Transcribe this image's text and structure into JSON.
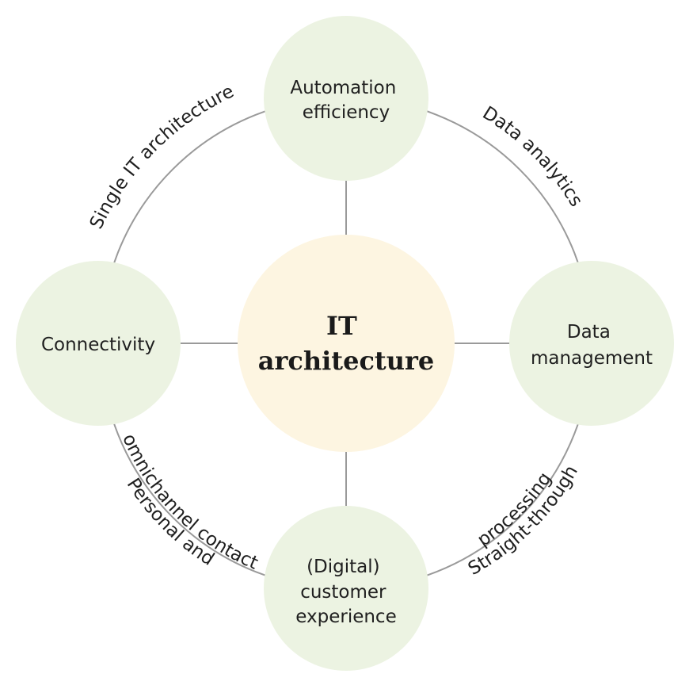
{
  "center": {
    "lines": [
      "IT",
      "architecture"
    ]
  },
  "nodes": {
    "top": {
      "lines": [
        "Automation",
        "efficiency"
      ]
    },
    "right": {
      "lines": [
        "Data",
        "management"
      ]
    },
    "bottom": {
      "lines": [
        "(Digital)",
        "customer",
        "experience"
      ]
    },
    "left": {
      "lines": [
        "Connectivity"
      ]
    }
  },
  "arcs": {
    "top_left": {
      "lines": [
        "Single IT architecture"
      ]
    },
    "top_right": {
      "lines": [
        "Data analytics"
      ]
    },
    "bottom_right": {
      "lines": [
        "Straight-through",
        "processing"
      ]
    },
    "bottom_left": {
      "lines": [
        "Personal and",
        "omnichannel contact"
      ]
    }
  },
  "colors": {
    "outer_node_fill": "#ecf3e2",
    "center_node_fill": "#fdf5e1",
    "line_color": "#9a9a9a",
    "text_color": "#1f1f1f"
  }
}
